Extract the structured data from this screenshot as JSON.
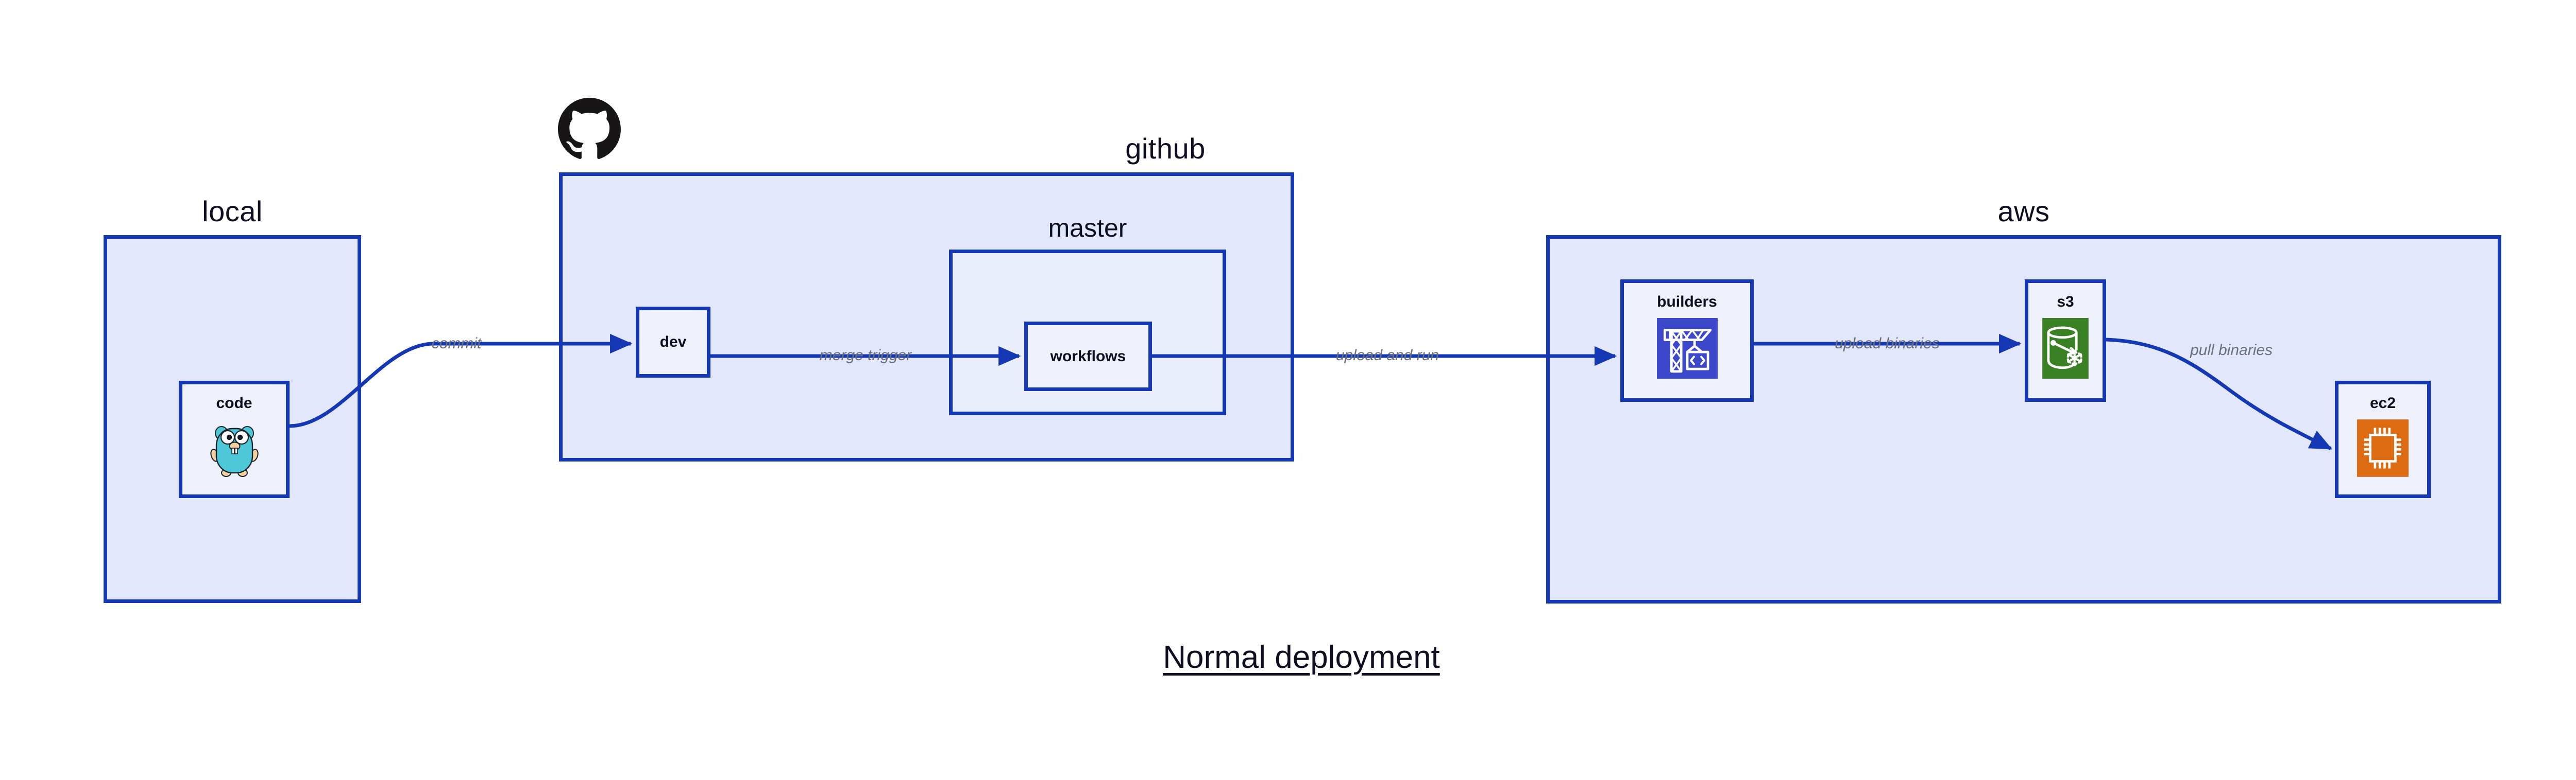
{
  "title": "Normal deployment",
  "colors": {
    "border": "#1438b4",
    "group_fill": "#e3e7fb",
    "sub_fill": "#e9edfc",
    "node_fill": "#eef1fc",
    "edge": "#1438b4",
    "edge_label": "#6a6f7c",
    "text": "#0e1021",
    "codebuild_icon_bg": "#3b48ca",
    "s3_icon_bg": "#3a8025",
    "ec2_icon_bg": "#dd6b12",
    "gopher_body": "#4ec7d8",
    "github_black": "#171515"
  },
  "groups": [
    {
      "id": "local",
      "label": "local"
    },
    {
      "id": "github",
      "label": "github"
    },
    {
      "id": "aws",
      "label": "aws"
    }
  ],
  "subgroups": [
    {
      "id": "master",
      "label": "master",
      "parent": "github"
    }
  ],
  "nodes": [
    {
      "id": "code",
      "label": "code",
      "group": "local",
      "icon": "go-gopher-icon"
    },
    {
      "id": "dev",
      "label": "dev",
      "group": "github",
      "icon": null
    },
    {
      "id": "workflows",
      "label": "workflows",
      "group": "master",
      "icon": null
    },
    {
      "id": "builders",
      "label": "builders",
      "group": "aws",
      "icon": "aws-codebuild-icon"
    },
    {
      "id": "s3",
      "label": "s3",
      "group": "aws",
      "icon": "aws-s3-glacier-icon"
    },
    {
      "id": "ec2",
      "label": "ec2",
      "group": "aws",
      "icon": "aws-ec2-icon"
    }
  ],
  "edges": [
    {
      "id": "commit",
      "from": "code",
      "to": "dev",
      "label": "commit"
    },
    {
      "id": "merge-trigger",
      "from": "dev",
      "to": "workflows",
      "label": "merge trigger"
    },
    {
      "id": "upload-and-run",
      "from": "workflows",
      "to": "builders",
      "label": "upload and run"
    },
    {
      "id": "upload-binaries",
      "from": "builders",
      "to": "s3",
      "label": "upload binaries"
    },
    {
      "id": "pull-binaries",
      "from": "s3",
      "to": "ec2",
      "label": "pull binaries"
    }
  ],
  "logos": [
    {
      "id": "github-logo",
      "name": "github-octocat-icon",
      "attached_to": "github"
    }
  ]
}
